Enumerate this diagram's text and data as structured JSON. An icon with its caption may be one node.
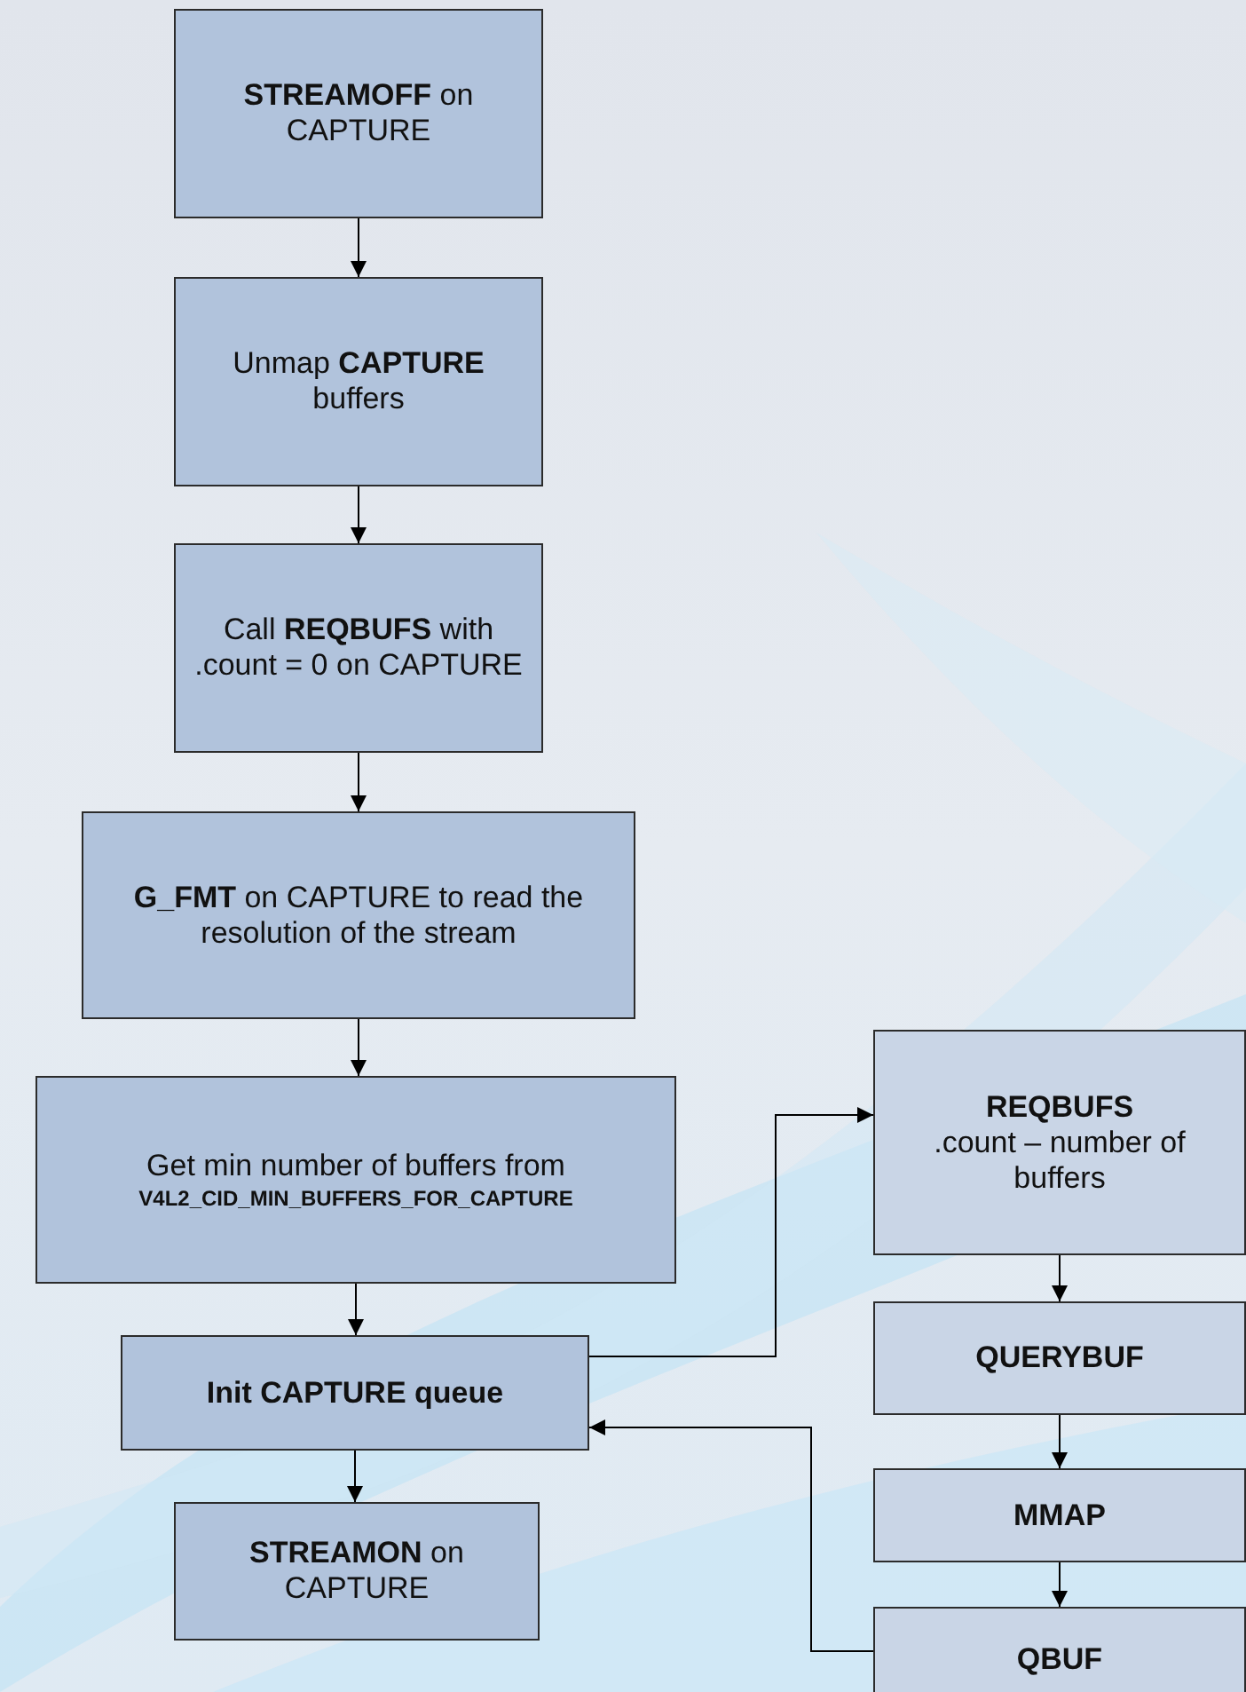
{
  "diagram": {
    "nodes": [
      {
        "text": [
          "**STREAMOFF** on CAPTURE"
        ]
      },
      {
        "text": [
          "Unmap **CAPTURE** buffers"
        ]
      },
      {
        "text": [
          "Call **REQBUFS** with .count = 0 on CAPTURE"
        ]
      },
      {
        "text": [
          "**G_FMT** on CAPTURE to read the resolution of the stream"
        ]
      },
      {
        "text": [
          "Get min number of buffers from",
          "V4L2_CID_MIN_BUFFERS_FOR_CAPTURE"
        ]
      },
      {
        "text": [
          "Init CAPTURE queue"
        ]
      },
      {
        "text": [
          "**STREAMON** on CAPTURE"
        ]
      },
      {
        "text": [
          "REQBUFS",
          ".count – number of buffers"
        ]
      },
      {
        "text": [
          "QUERYBUF"
        ]
      },
      {
        "text": [
          "MMAP"
        ]
      },
      {
        "text": [
          "QBUF"
        ]
      }
    ],
    "edges": [
      {
        "from": 0,
        "to": 1,
        "arrow": "to"
      },
      {
        "from": 1,
        "to": 2,
        "arrow": "to"
      },
      {
        "from": 2,
        "to": 3,
        "arrow": "to"
      },
      {
        "from": 3,
        "to": 4,
        "arrow": "to"
      },
      {
        "from": 4,
        "to": 5,
        "arrow": "to"
      },
      {
        "from": 5,
        "to": 6,
        "arrow": "to"
      },
      {
        "from": 5,
        "to": 7,
        "arrow": "to"
      },
      {
        "from": 7,
        "to": 8,
        "arrow": "to"
      },
      {
        "from": 8,
        "to": 9,
        "arrow": "to"
      },
      {
        "from": 9,
        "to": 10,
        "arrow": "to"
      },
      {
        "from": 10,
        "to": 5,
        "arrow": "to"
      }
    ]
  }
}
